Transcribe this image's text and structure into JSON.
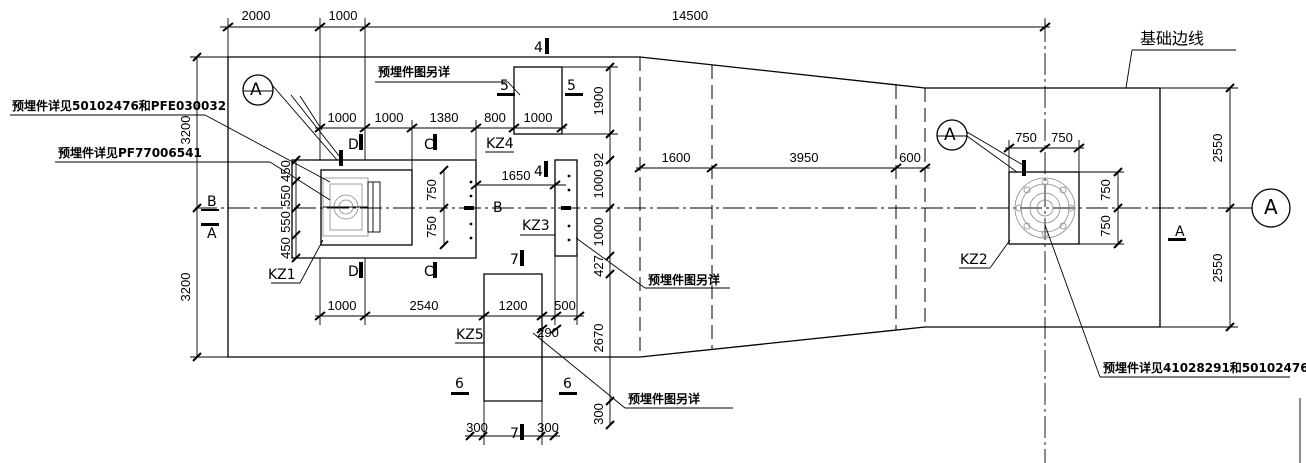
{
  "dims": {
    "top": [
      "2000",
      "1000",
      "14500"
    ],
    "r2": [
      "1000",
      "1000",
      "1380",
      "800",
      "1000"
    ],
    "r3": [
      "1600",
      "3950",
      "600"
    ],
    "kz2_top": [
      "750",
      "750"
    ],
    "c1650": "1650",
    "left_v": [
      "450",
      "550",
      "550",
      "450"
    ],
    "v750": [
      "750",
      "750"
    ],
    "v1000": [
      "1000",
      "1000"
    ],
    "right_v": [
      "750",
      "750"
    ],
    "far_left": [
      "3200",
      "3200"
    ],
    "far_right": [
      "2550",
      "2550"
    ],
    "v1900": "1900",
    "v92": "92",
    "v427": "427",
    "v2670": "2670",
    "v300": "300",
    "bot1": [
      "1000",
      "2540"
    ],
    "bot2": [
      "1200",
      "500",
      "290"
    ],
    "bot3": [
      "300",
      "300"
    ]
  },
  "labels": {
    "kz1": "KZ1",
    "kz2": "KZ2",
    "kz3": "KZ3",
    "kz4": "KZ4",
    "kz5": "KZ5",
    "a": "A",
    "b": "B",
    "c": "C",
    "d": "D",
    "n4": "4",
    "n5": "5",
    "n6": "6",
    "n7": "7",
    "foundation": "基础边线"
  },
  "notes": {
    "n1": "预埋件图另详",
    "n2": "预埋件详见50102476和PFE030032",
    "n3": "预埋件详见PF77006541",
    "n4": "预埋件图另详",
    "n5": "预埋件图另详",
    "n6": "预埋件详见41028291和50102476"
  }
}
